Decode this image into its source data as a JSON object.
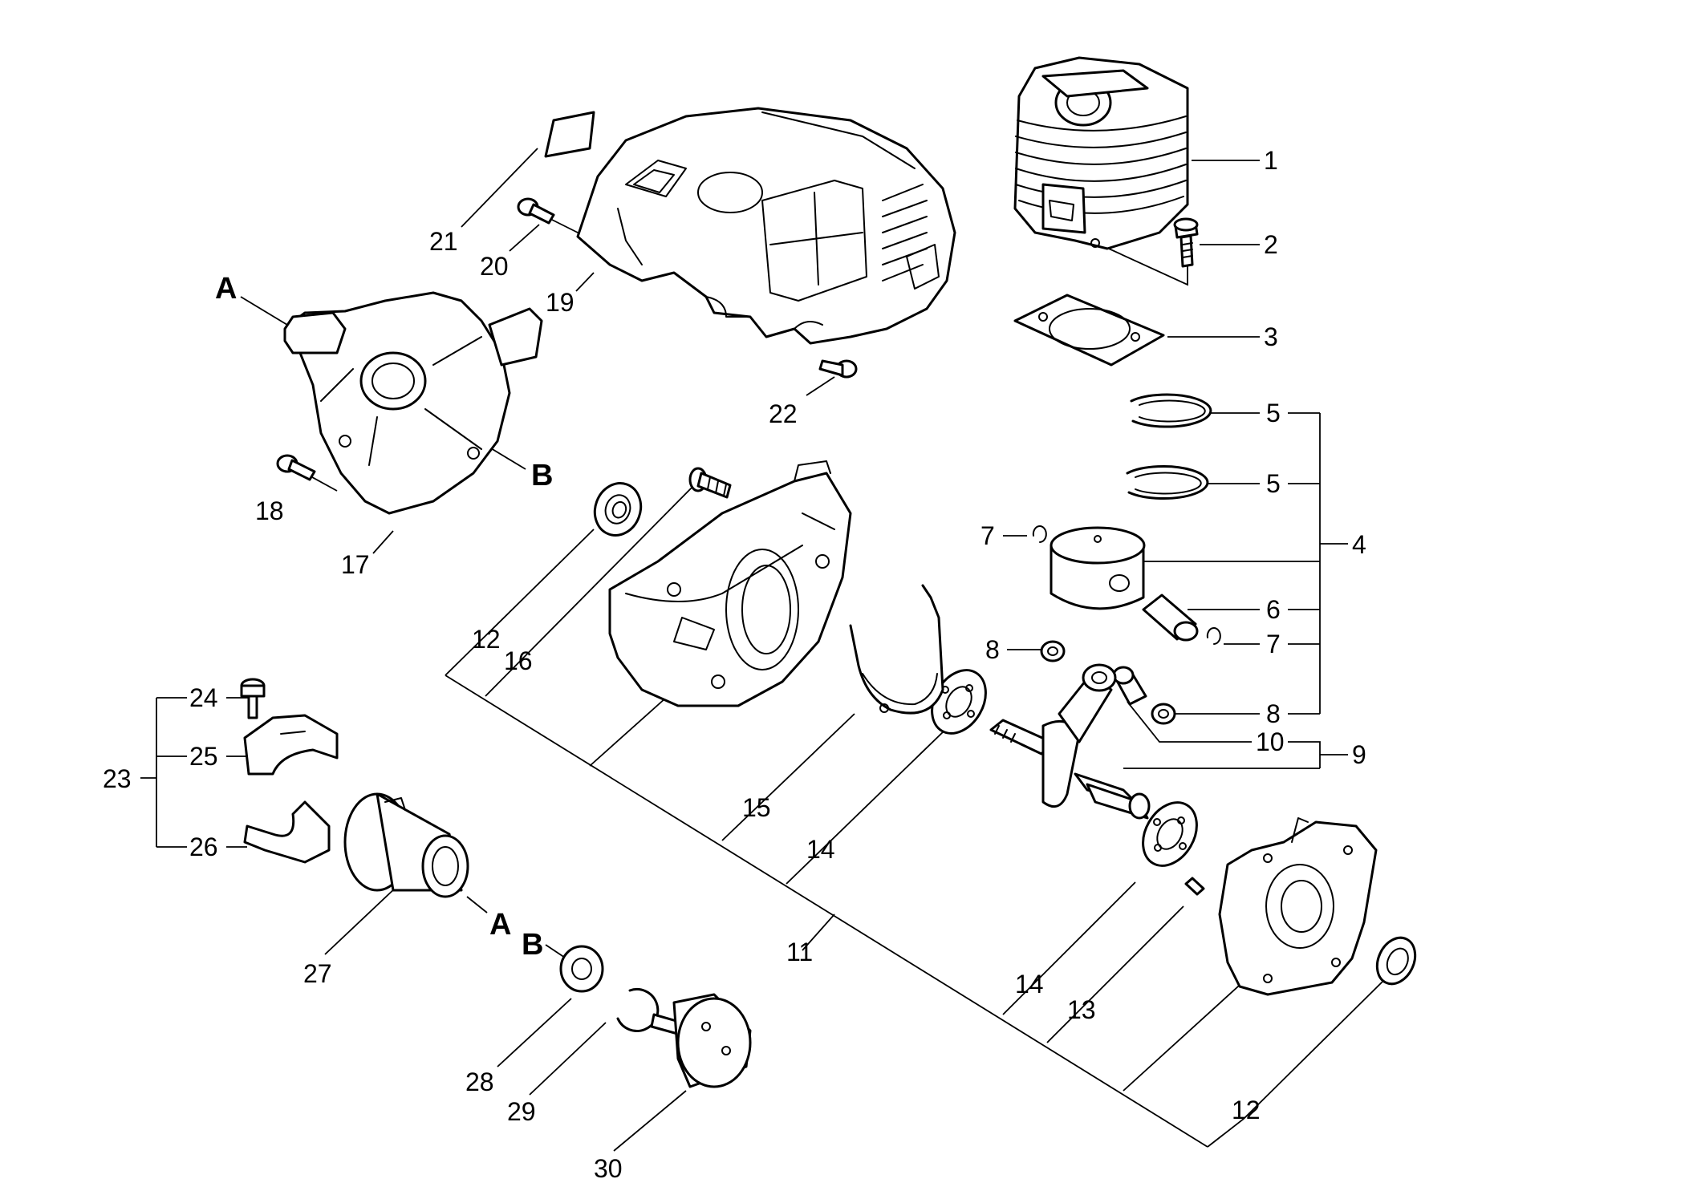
{
  "refs": {
    "a": "A",
    "b": "B"
  },
  "callouts": {
    "n1": "1",
    "n2": "2",
    "n3": "3",
    "n4": "4",
    "n5a": "5",
    "n5b": "5",
    "n6": "6",
    "n7a": "7",
    "n7b": "7",
    "n8a": "8",
    "n8b": "8",
    "n9": "9",
    "n10": "10",
    "n11": "11",
    "n12a": "12",
    "n12b": "12",
    "n13": "13",
    "n14a": "14",
    "n14b": "14",
    "n15": "15",
    "n16": "16",
    "n17": "17",
    "n18": "18",
    "n19": "19",
    "n20": "20",
    "n21": "21",
    "n22": "22",
    "n23": "23",
    "n24": "24",
    "n25": "25",
    "n26": "26",
    "n27": "27",
    "n28": "28",
    "n29": "29",
    "n30": "30"
  }
}
